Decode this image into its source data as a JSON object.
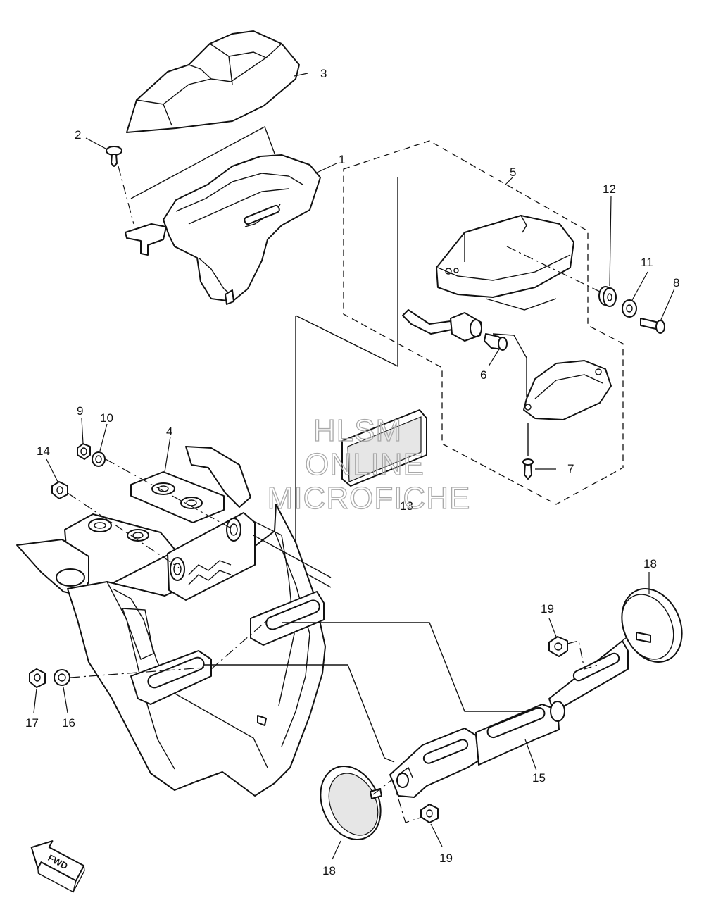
{
  "callouts": {
    "c1": "1",
    "c2": "2",
    "c3": "3",
    "c4": "4",
    "c5": "5",
    "c6": "6",
    "c7": "7",
    "c8": "8",
    "c9": "9",
    "c10": "10",
    "c11": "11",
    "c12": "12",
    "c13": "13",
    "c14": "14",
    "c15": "15",
    "c16": "16",
    "c17": "17",
    "c18a": "18",
    "c18b": "18",
    "c19a": "19",
    "c19b": "19"
  },
  "watermark": {
    "line1": "HLSM",
    "line2": "ONLINE",
    "line3": "MICROFICHE"
  },
  "fwd_arrow": {
    "label": "FWD"
  }
}
